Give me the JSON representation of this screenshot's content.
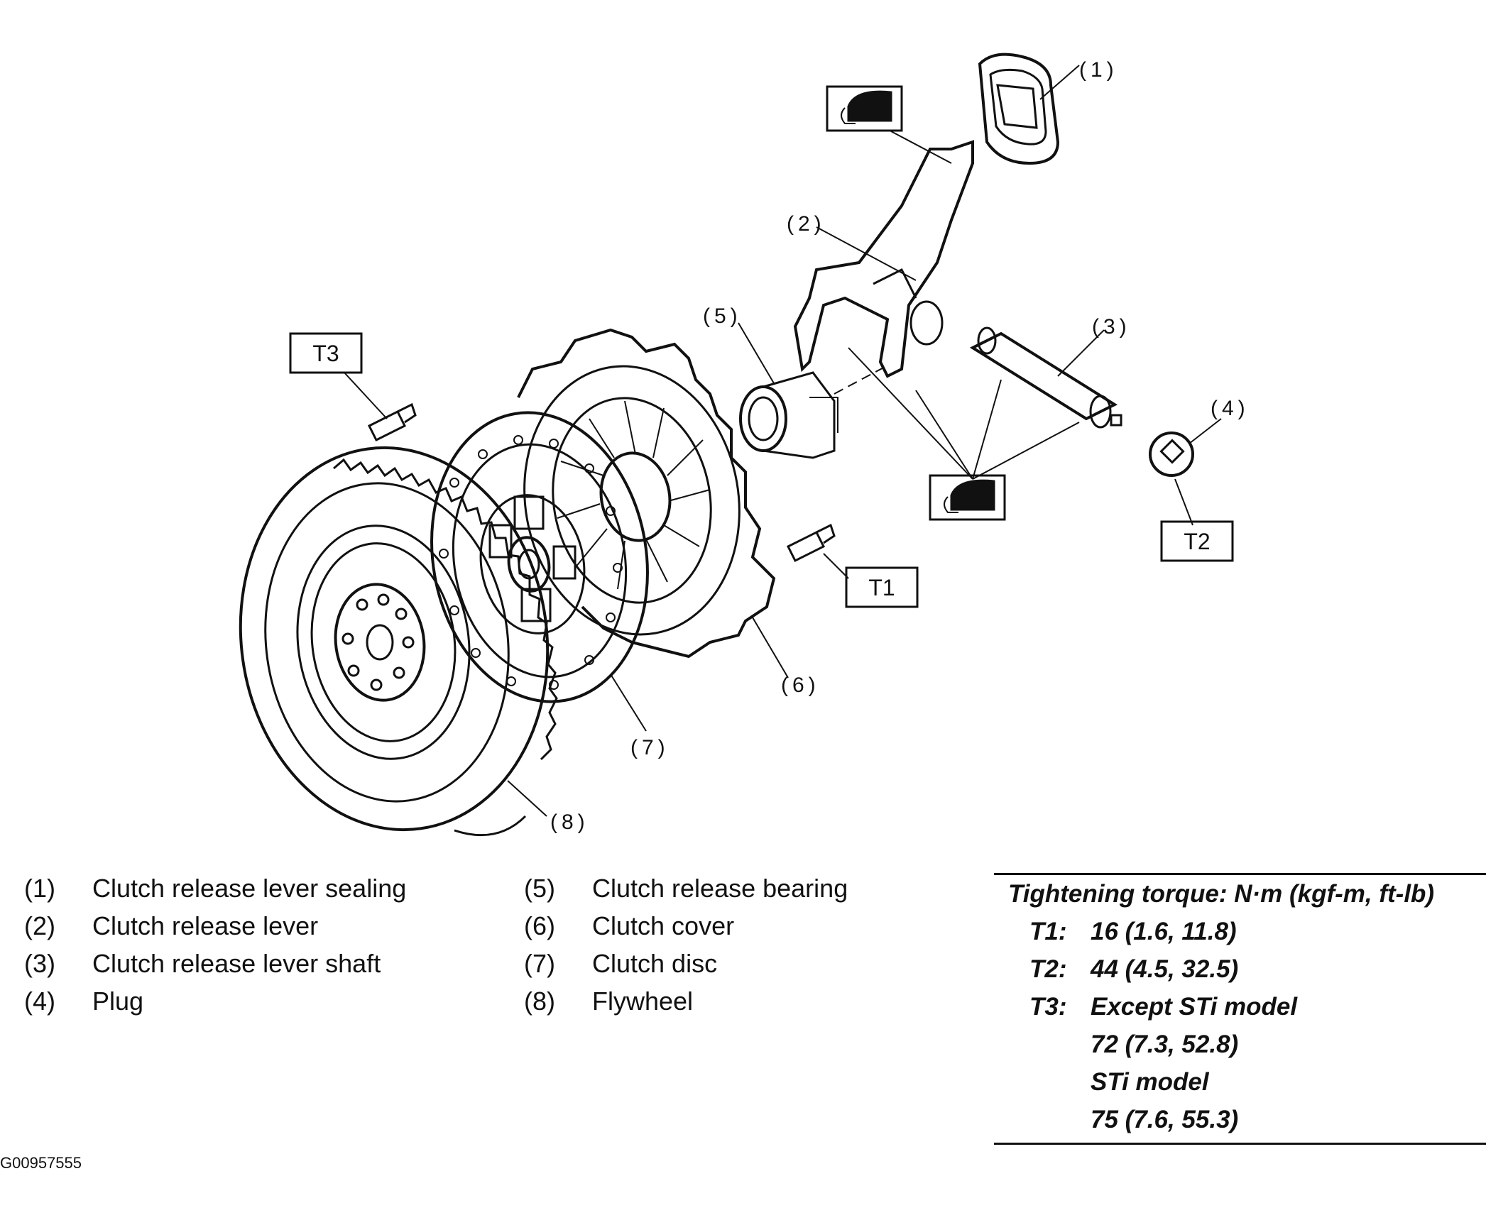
{
  "callouts": {
    "c1": "(1)",
    "c2": "(2)",
    "c3": "(3)",
    "c4": "(4)",
    "c5": "(5)",
    "c6": "(6)",
    "c7": "(7)",
    "c8": "(8)",
    "t1": "T1",
    "t2": "T2",
    "t3": "T3"
  },
  "legend_left": [
    {
      "num": "(1)",
      "label": "Clutch release lever sealing"
    },
    {
      "num": "(2)",
      "label": "Clutch release lever"
    },
    {
      "num": "(3)",
      "label": "Clutch release lever shaft"
    },
    {
      "num": "(4)",
      "label": "Plug"
    }
  ],
  "legend_right": [
    {
      "num": "(5)",
      "label": "Clutch release bearing"
    },
    {
      "num": "(6)",
      "label": "Clutch cover"
    },
    {
      "num": "(7)",
      "label": "Clutch disc"
    },
    {
      "num": "(8)",
      "label": "Flywheel"
    }
  ],
  "torque": {
    "title": "Tightening torque: N·m (kgf-m, ft-lb)",
    "t1_key": "T1:",
    "t1_val": "16 (1.6, 11.8)",
    "t2_key": "T2:",
    "t2_val": "44 (4.5, 32.5)",
    "t3_key": "T3:",
    "t3_line1": "Except STi model",
    "t3_line2": "72 (7.3, 52.8)",
    "t3_line3": "STi model",
    "t3_line4": "75 (7.6, 55.3)"
  },
  "grease_icon": "grease-applicator-icon",
  "figure_id": "G00957555"
}
